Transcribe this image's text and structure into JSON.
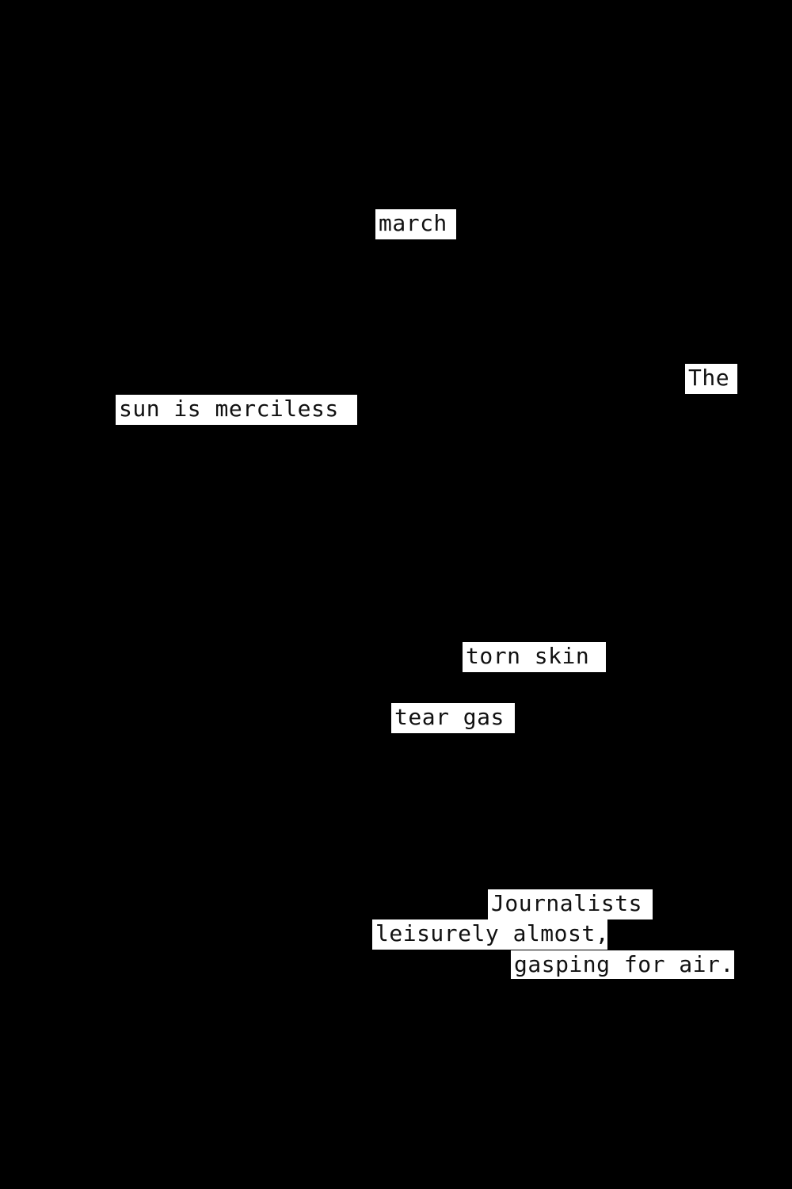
{
  "colors": {
    "background": "#000000",
    "highlight": "#ffffff",
    "text": "#111111"
  },
  "fragments": [
    "march",
    "The",
    "sun is merciless",
    "torn skin",
    "tear gas",
    "Journalists",
    "leisurely almost,",
    "gasping for air."
  ]
}
